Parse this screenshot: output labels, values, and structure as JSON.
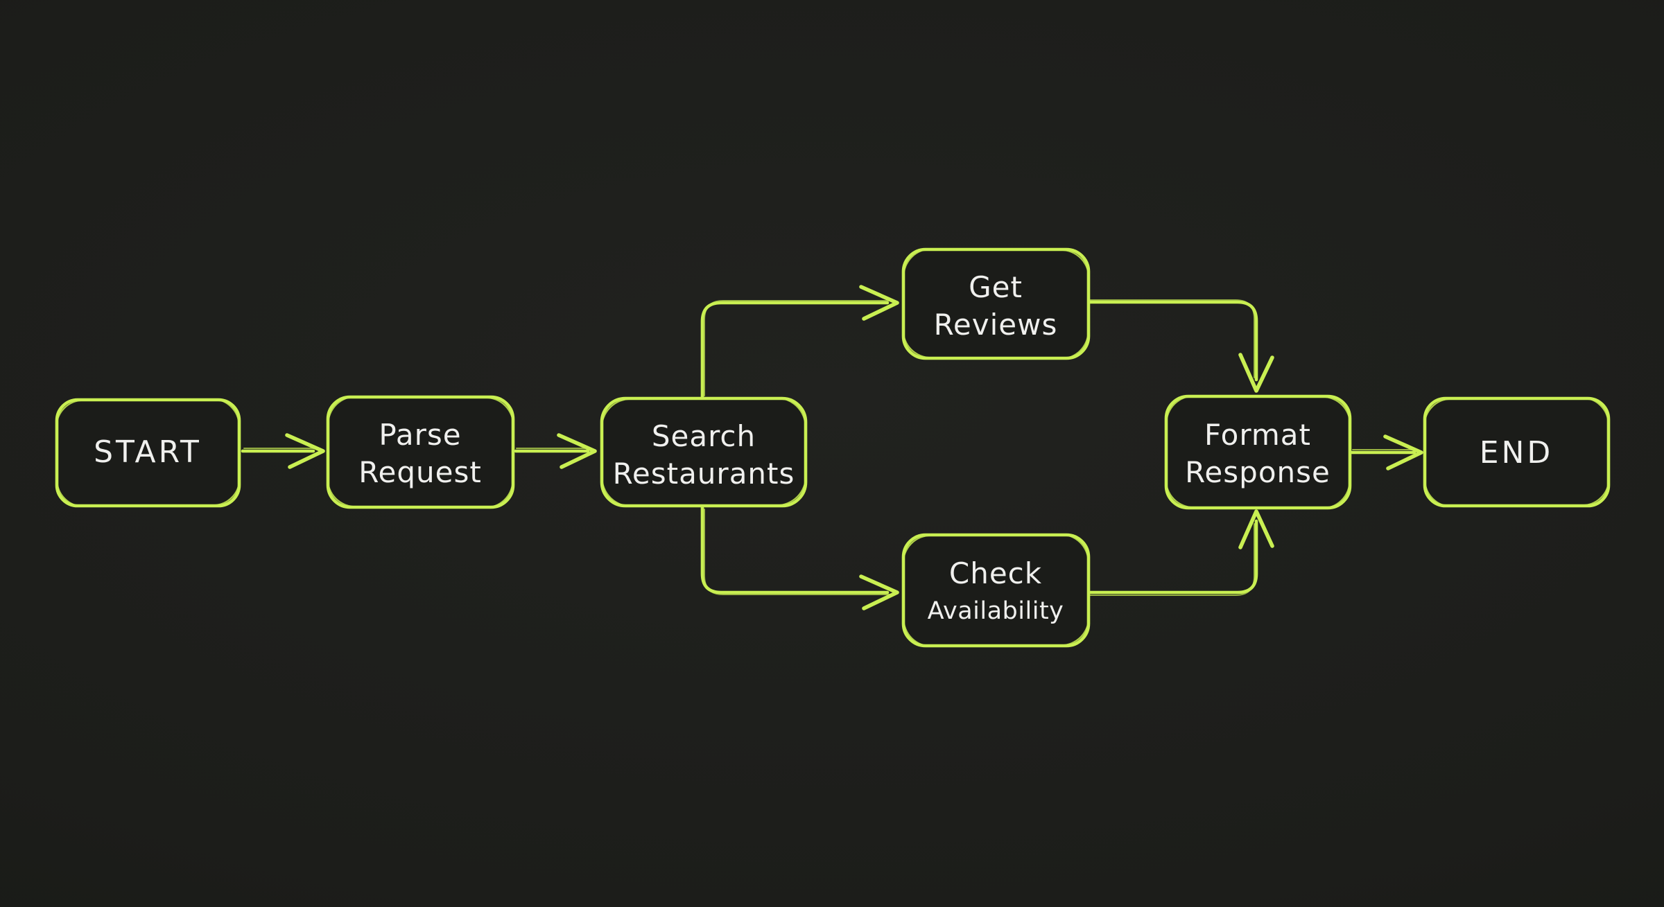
{
  "diagram": {
    "type": "flowchart",
    "theme": {
      "background": "#1d1e1b",
      "node_stroke": "#c9ef52",
      "node_fill": "#1b1c19",
      "text_color": "#f0f0ee"
    },
    "nodes": [
      {
        "id": "start",
        "label": "START",
        "lines": [
          "START"
        ]
      },
      {
        "id": "parse-request",
        "label": "Parse Request",
        "lines": [
          "Parse",
          "Request"
        ]
      },
      {
        "id": "search-restaurants",
        "label": "Search Restaurants",
        "lines": [
          "Search",
          "Restaurants"
        ]
      },
      {
        "id": "get-reviews",
        "label": "Get Reviews",
        "lines": [
          "Get",
          "Reviews"
        ]
      },
      {
        "id": "check-availability",
        "label": "Check Availability",
        "lines": [
          "Check",
          "Availability"
        ]
      },
      {
        "id": "format-response",
        "label": "Format Response",
        "lines": [
          "Format",
          "Response"
        ]
      },
      {
        "id": "end",
        "label": "END",
        "lines": [
          "END"
        ]
      }
    ],
    "edges": [
      {
        "from": "start",
        "to": "parse-request"
      },
      {
        "from": "parse-request",
        "to": "search-restaurants"
      },
      {
        "from": "search-restaurants",
        "to": "get-reviews"
      },
      {
        "from": "search-restaurants",
        "to": "check-availability"
      },
      {
        "from": "get-reviews",
        "to": "format-response"
      },
      {
        "from": "check-availability",
        "to": "format-response"
      },
      {
        "from": "format-response",
        "to": "end"
      }
    ]
  }
}
